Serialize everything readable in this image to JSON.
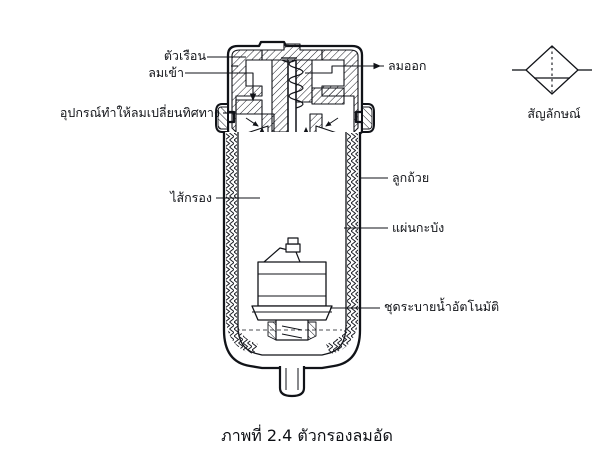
{
  "figure": {
    "caption": "ภาพที่  2.4  ตัวกรองลมอัด",
    "background_color": "#ffffff",
    "line_color": "#111318",
    "hatch_color": "#1b1d24"
  },
  "symbol": {
    "name": "filter-iso-symbol",
    "caption": "สัญลักษณ์",
    "description": "diamond with dotted vertical centerline and bottom triangle, horizontal ports left and right"
  },
  "labels": {
    "housing": "ตัวเรือน",
    "air_in": "ลมเข้า",
    "swirl_device": "อุปกรณ์ทำให้ลมเปลี่ยนทิศทาง",
    "air_out": "ลมออก",
    "bowl": "ลูกถ้วย",
    "filter_element": "ไส้กรอง",
    "baffle_plate": "แผ่นกะบัง",
    "auto_drain": "ชุดระบายน้ำอัตโนมัติ"
  },
  "diagram": {
    "title_component": "compressed-air-filter-cross-section",
    "parts": [
      "housing",
      "inlet-port",
      "outlet-port",
      "swirl-vane-device",
      "filter-element",
      "baffle-plate",
      "transparent-bowl",
      "automatic-drain-unit",
      "drain-outlet",
      "center-spring-stem"
    ]
  }
}
